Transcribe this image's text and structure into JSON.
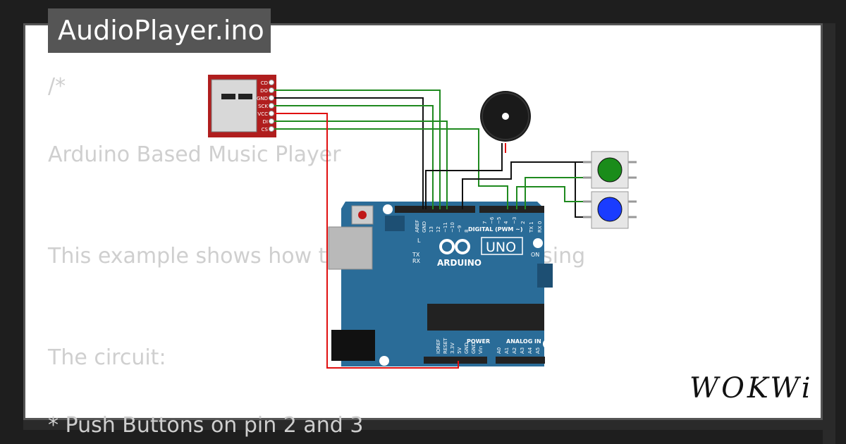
{
  "window": {
    "title": "AudioPlayer.ino"
  },
  "code": {
    "line1": "/*",
    "line2": "Arduino Based Music Player",
    "line3": " This example shows how t                          om SD card by pressing",
    "line4": " The circuit:",
    "line5": " * Push Buttons on pin 2 and 3"
  },
  "sd_module": {
    "pins": [
      "CD",
      "DO",
      "GND",
      "SCK",
      "VCC",
      "DI",
      "CS"
    ]
  },
  "arduino": {
    "brand": "ARDUINO",
    "model": "UNO",
    "digital_label": "DIGITAL (PWM ~)",
    "power_label": "POWER",
    "analog_label": "ANALOG IN",
    "on_label": "ON",
    "tx_label": "TX",
    "rx_label": "RX",
    "l_label": "L",
    "digital_pins": [
      "AREF",
      "GND",
      "13",
      "12",
      "~11",
      "~10",
      "~9",
      "8",
      "7",
      "~6",
      "~5",
      "4",
      "~3",
      "2",
      "TX 1",
      "RX 0"
    ],
    "power_pins": [
      "IOREF",
      "RESET",
      "3.3V",
      "5V",
      "GND",
      "GND",
      "Vin"
    ],
    "analog_pins": [
      "A0",
      "A1",
      "A2",
      "A3",
      "A4",
      "A5"
    ]
  },
  "buttons": [
    {
      "color": "#1a8c1a"
    },
    {
      "color": "#1a3cff"
    }
  ],
  "colors": {
    "board": "#2a6c98",
    "sd_board": "#b01e1e",
    "wire_green": "#1f8a1f",
    "wire_black": "#111111",
    "wire_red": "#e01010"
  },
  "logo": {
    "text": "WOKWi"
  }
}
